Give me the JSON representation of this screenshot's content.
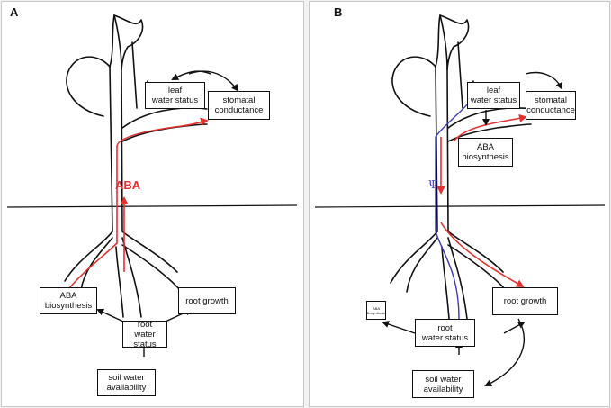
{
  "colors": {
    "aba": "#e53030",
    "water": "#3b3bbf",
    "line": "#111111"
  },
  "panel_a": {
    "label": "A",
    "aba": "ABA",
    "leaf_water_status": "leaf\nwater status",
    "stomatal_conductance": "stomatal\nconductance",
    "aba_biosynthesis": "ABA\nbiosynthesis",
    "root_growth": "root growth",
    "root_water_status": "root\nwater status",
    "soil_water_availability": "soil water\navailability"
  },
  "panel_b": {
    "label": "B",
    "psi": "Ψ",
    "leaf_water_status": "leaf\nwater status",
    "stomatal_conductance": "stomatal\nconductance",
    "aba_biosynthesis": "ABA\nbiosynthesis",
    "aba_biosynthesis_small": "ABA\nBiosynthesis",
    "root_growth": "root growth",
    "root_water_status": "root\nwater status",
    "soil_water_availability": "soil water\navailability"
  }
}
